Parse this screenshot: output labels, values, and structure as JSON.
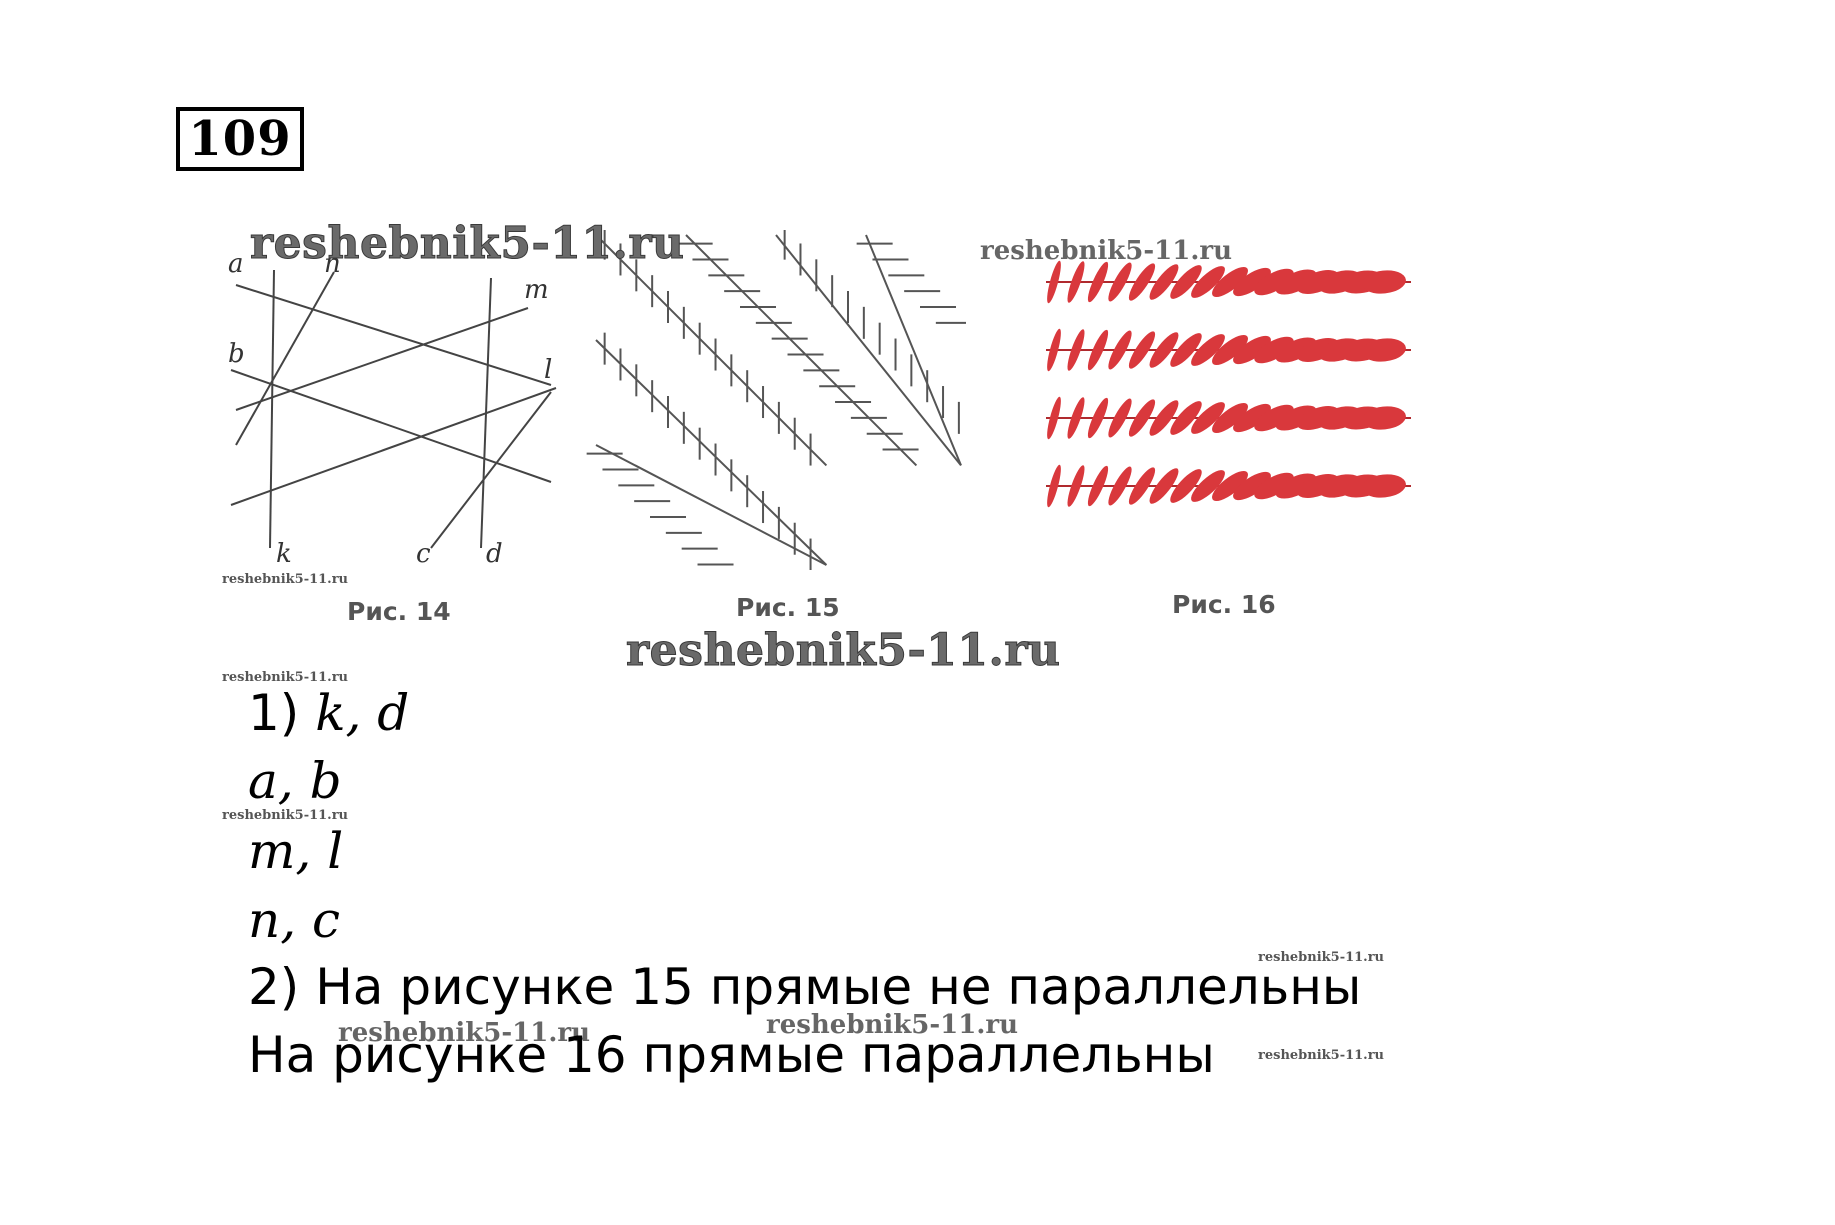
{
  "task": {
    "number": "109"
  },
  "figures": {
    "fig14": {
      "caption": "Рис. 14",
      "line_labels": [
        "a",
        "n",
        "m",
        "b",
        "l",
        "k",
        "c",
        "d"
      ]
    },
    "fig15": {
      "caption": "Рис. 15"
    },
    "fig16": {
      "caption": "Рис. 16",
      "color": "#d9383c"
    }
  },
  "watermarks": {
    "site": "reshebnik5-11.ru"
  },
  "answer": {
    "part1_prefix": "1) ",
    "pairs": [
      "k, d",
      "a, b",
      "m, l",
      "n, c"
    ],
    "part2_line1": "2) На рисунке 15 прямые не параллельны",
    "part2_line2": "На рисунке 16 прямые параллельны"
  }
}
